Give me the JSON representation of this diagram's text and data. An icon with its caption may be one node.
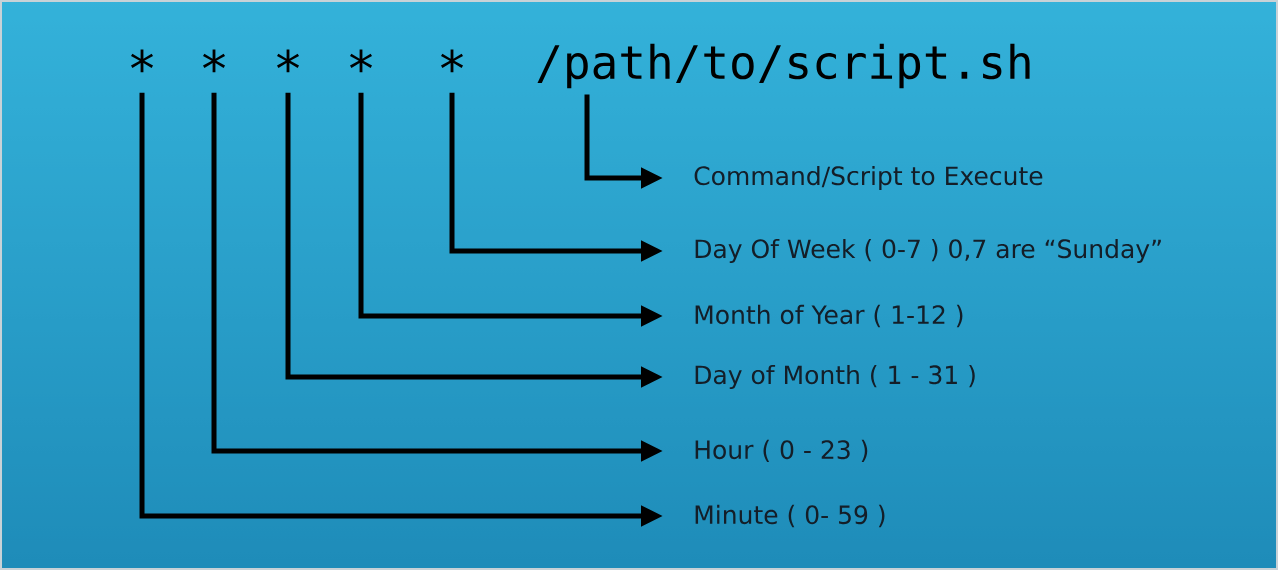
{
  "diagram": {
    "nodes": [
      {
        "text": [
          "*"
        ]
      },
      {
        "text": [
          "*"
        ]
      },
      {
        "text": [
          "*"
        ]
      },
      {
        "text": [
          "*"
        ]
      },
      {
        "text": [
          "*"
        ]
      },
      {
        "text": [
          "/path/to/script.sh"
        ]
      },
      {
        "text": [
          "Command/Script to Execute"
        ]
      },
      {
        "text": [
          "Day Of Week ( 0-7 )  0,7 are “Sunday”"
        ]
      },
      {
        "text": [
          "Month of Year ( 1-12 )"
        ]
      },
      {
        "text": [
          "Day of Month ( 1 - 31 )"
        ]
      },
      {
        "text": [
          "Hour ( 0 - 23 )"
        ]
      },
      {
        "text": [
          "Minute ( 0-  59 )"
        ]
      }
    ],
    "edges": [
      {
        "from": 5,
        "to": 6,
        "arrow": "to"
      },
      {
        "from": 4,
        "to": 7,
        "arrow": "to"
      },
      {
        "from": 3,
        "to": 8,
        "arrow": "to"
      },
      {
        "from": 2,
        "to": 9,
        "arrow": "to"
      },
      {
        "from": 1,
        "to": 10,
        "arrow": "to"
      },
      {
        "from": 0,
        "to": 11,
        "arrow": "to"
      }
    ]
  }
}
